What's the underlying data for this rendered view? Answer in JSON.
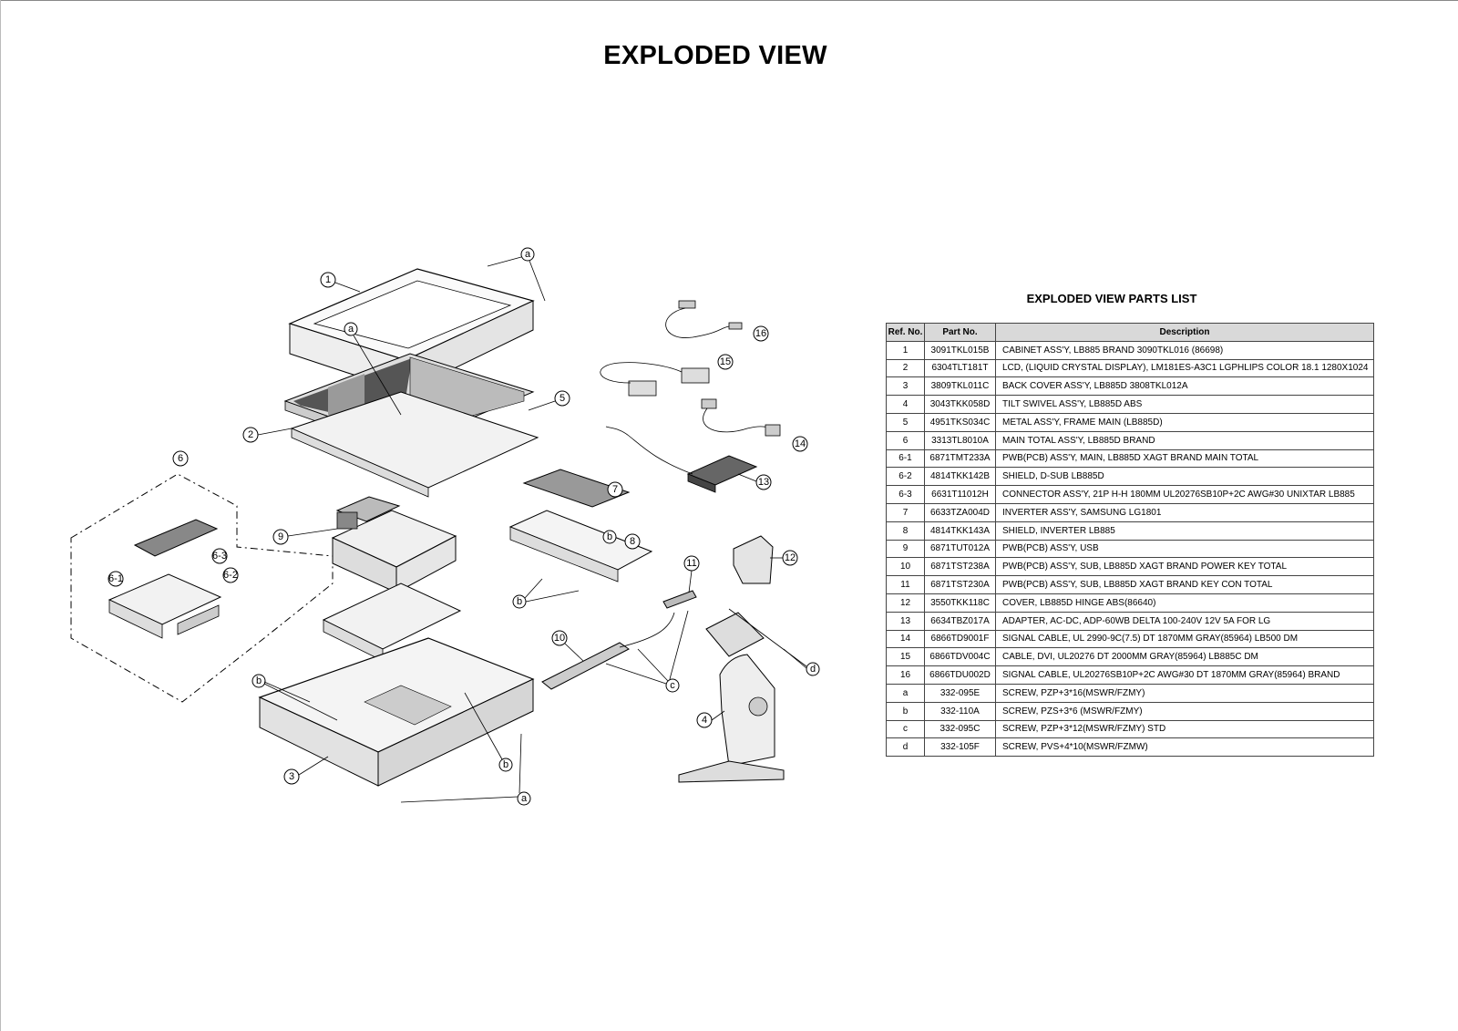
{
  "page_title": "EXPLODED VIEW",
  "parts_list": {
    "title": "EXPLODED VIEW PARTS LIST",
    "headers": {
      "ref": "Ref. No.",
      "part": "Part No.",
      "desc": "Description"
    },
    "rows": [
      {
        "ref": "1",
        "part": "3091TKL015B",
        "desc": "CABINET ASS'Y, LB885 BRAND 3090TKL016 (86698)"
      },
      {
        "ref": "2",
        "part": "6304TLT181T",
        "desc": "LCD, (LIQUID CRYSTAL DISPLAY), LM181ES-A3C1 LGPHLIPS COLOR 18.1 1280X1024"
      },
      {
        "ref": "3",
        "part": "3809TKL011C",
        "desc": "BACK COVER ASS'Y,  LB885D 3808TKL012A"
      },
      {
        "ref": "4",
        "part": "3043TKK058D",
        "desc": "TILT SWIVEL ASS'Y, LB885D   ABS"
      },
      {
        "ref": "5",
        "part": "4951TKS034C",
        "desc": "METAL ASS'Y, FRAME MAIN (LB885D)"
      },
      {
        "ref": "6",
        "part": "3313TL8010A",
        "desc": "MAIN TOTAL ASS'Y, LB885D  BRAND"
      },
      {
        "ref": "6-1",
        "part": "6871TMT233A",
        "desc": "PWB(PCB) ASS'Y, MAIN, LB885D XAGT BRAND MAIN TOTAL"
      },
      {
        "ref": "6-2",
        "part": "4814TKK142B",
        "desc": "SHIELD, D-SUB LB885D"
      },
      {
        "ref": "6-3",
        "part": "6631T11012H",
        "desc": "CONNECTOR ASS'Y, 21P H-H 180MM UL20276SB10P+2C AWG#30 UNIXTAR LB885"
      },
      {
        "ref": "7",
        "part": "6633TZA004D",
        "desc": "INVERTER ASS'Y, SAMSUNG LG1801"
      },
      {
        "ref": "8",
        "part": "4814TKK143A",
        "desc": "SHIELD, INVERTER LB885"
      },
      {
        "ref": "9",
        "part": "6871TUT012A",
        "desc": "PWB(PCB) ASS'Y, USB"
      },
      {
        "ref": "10",
        "part": "6871TST238A",
        "desc": "PWB(PCB) ASS'Y, SUB, LB885D XAGT BRAND POWER KEY TOTAL"
      },
      {
        "ref": "11",
        "part": "6871TST230A",
        "desc": "PWB(PCB) ASS'Y, SUB, LB885D XAGT BRAND KEY CON TOTAL"
      },
      {
        "ref": "12",
        "part": "3550TKK118C",
        "desc": "COVER, LB885D HINGE ABS(86640)"
      },
      {
        "ref": "13",
        "part": "6634TBZ017A",
        "desc": "ADAPTER, AC-DC, ADP-60WB DELTA 100-240V 12V 5A FOR LG"
      },
      {
        "ref": "14",
        "part": "6866TD9001F",
        "desc": "SIGNAL CABLE, UL 2990-9C(7.5) DT 1870MM GRAY(85964) LB500 DM"
      },
      {
        "ref": "15",
        "part": "6866TDV004C",
        "desc": "CABLE, DVI, UL20276 DT 2000MM GRAY(85964) LB885C DM"
      },
      {
        "ref": "16",
        "part": "6866TDU002D",
        "desc": "SIGNAL CABLE, UL20276SB10P+2C AWG#30 DT 1870MM GRAY(85964) BRAND"
      },
      {
        "ref": "a",
        "part": "332-095E",
        "desc": "SCREW, PZP+3*16(MSWR/FZMY)"
      },
      {
        "ref": "b",
        "part": "332-110A",
        "desc": "SCREW, PZS+3*6 (MSWR/FZMY)"
      },
      {
        "ref": "c",
        "part": "332-095C",
        "desc": "SCREW, PZP+3*12(MSWR/FZMY) STD"
      },
      {
        "ref": "d",
        "part": "332-105F",
        "desc": "SCREW, PVS+4*10(MSWR/FZMW)"
      }
    ]
  },
  "callouts": {
    "c1": "1",
    "c2": "2",
    "c3": "3",
    "c4": "4",
    "c5": "5",
    "c6": "6",
    "c6_1": "6-1",
    "c6_2": "6-2",
    "c6_3": "6-3",
    "c7": "7",
    "c8": "8",
    "c9": "9",
    "c10": "10",
    "c11": "11",
    "c12": "12",
    "c13": "13",
    "c14": "14",
    "c15": "15",
    "c16": "16",
    "a": "a",
    "b": "b",
    "c": "c",
    "d": "d"
  },
  "colors": {
    "line": "#000000",
    "header_fill": "#d9d9d9",
    "lcd_dark": "#555555",
    "lcd_mid": "#9a9a9a",
    "part_fill": "#f0f0f0"
  }
}
